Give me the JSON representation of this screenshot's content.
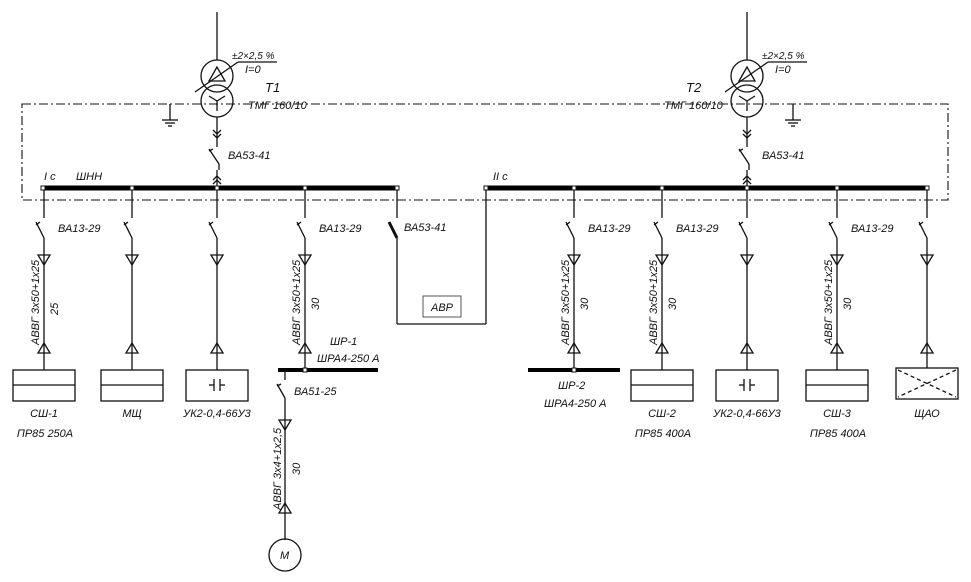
{
  "transformers": [
    {
      "id": "T1",
      "label": "T1",
      "type": "ТМГ 160/10",
      "regulation": "±2×2,5 %",
      "current": "I=0",
      "breaker": "ВА53-41"
    },
    {
      "id": "T2",
      "label": "T2",
      "type": "ТМГ 160/10",
      "regulation": "±2×2,5 %",
      "current": "I=0",
      "breaker": "ВА53-41"
    }
  ],
  "buses": {
    "section1_label": "I с",
    "section1_name": "ШНН",
    "section2_label": "II с"
  },
  "tie": {
    "breaker": "ВА53-41",
    "avr_label": "АВР"
  },
  "feeders": [
    {
      "breaker": "ВА13-29",
      "cable": "АВВГ 3х50+1х25",
      "length": "25",
      "load": "СШ-1",
      "load_type": "ПР85 250А",
      "symbol": "panel"
    },
    {
      "breaker": "",
      "cable": "",
      "length": "",
      "load": "МЩ",
      "load_type": "",
      "symbol": "panel"
    },
    {
      "breaker": "",
      "cable": "",
      "length": "",
      "load": "УК2-0,4-66У3",
      "load_type": "",
      "symbol": "capacitor"
    },
    {
      "breaker": "ВА13-29",
      "cable": "АВВГ 3х50+1х25",
      "length": "30",
      "load": "ШР-1",
      "load_type": "ШРА4-250 А",
      "symbol": "busway"
    },
    {
      "breaker": "ВА13-29",
      "cable": "АВВГ 3х50+1х25",
      "length": "30",
      "load": "ШР-2",
      "load_type": "ШРА4-250 А",
      "symbol": "busway"
    },
    {
      "breaker": "ВА13-29",
      "cable": "АВВГ 3х50+1х25",
      "length": "30",
      "load": "СШ-2",
      "load_type": "ПР85 400А",
      "symbol": "panel"
    },
    {
      "breaker": "",
      "cable": "",
      "length": "",
      "load": "УК2-0,4-66У3",
      "load_type": "",
      "symbol": "capacitor"
    },
    {
      "breaker": "ВА13-29",
      "cable": "АВВГ 3х50+1х25",
      "length": "30",
      "load": "СШ-3",
      "load_type": "ПР85 400А",
      "symbol": "panel"
    },
    {
      "breaker": "",
      "cable": "",
      "length": "",
      "load": "ЩАО",
      "load_type": "",
      "symbol": "lighting"
    }
  ],
  "motor_branch": {
    "breaker": "ВА51-25",
    "cable": "АВВГ 3х4+1х2,5",
    "length": "30",
    "motor_label": "М"
  }
}
